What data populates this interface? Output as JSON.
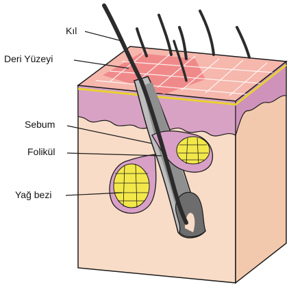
{
  "labels": {
    "hair": "Kıl",
    "skin_surface": "Deri Yüzeyi",
    "sebum": "Sebum",
    "follicle": "Folikül",
    "sebaceous_gland": "Yağ bezi"
  },
  "colors": {
    "skin_surface": "#f08a8a",
    "skin_cells_stroke": "#ffffff",
    "epidermis_band": "#d7a2c4",
    "yellow_line": "#e8d230",
    "dermis_front": "#f8dcc7",
    "dermis_side": "#f3c9ad",
    "gland_fill": "#f2e84a",
    "gland_capsule": "#d8a0c6",
    "hair": "#2b2b2b",
    "follicle_sheath": "#8f8f8f",
    "outline": "#1a1a1a"
  }
}
